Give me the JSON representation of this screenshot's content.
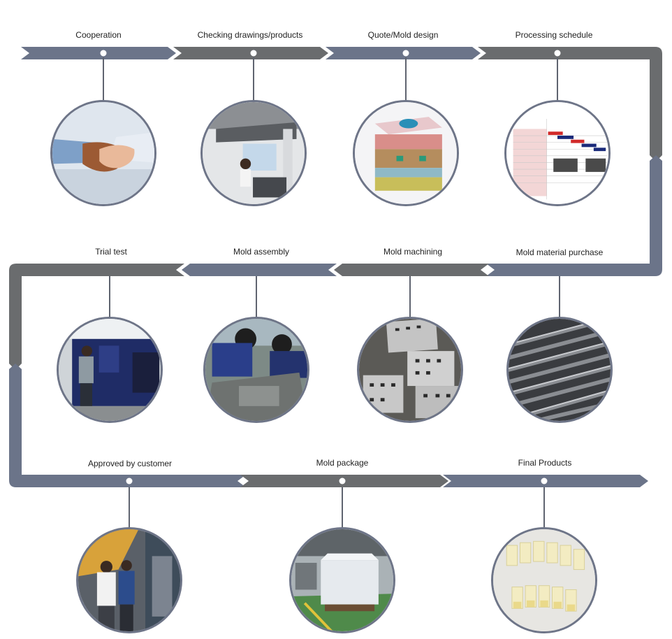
{
  "colors": {
    "slate": "#6b7489",
    "gray": "#6a6c6e",
    "stem": "#5f6470",
    "ring": "#6e7588"
  },
  "steps": [
    {
      "label": "Cooperation",
      "icon": "handshake-photo"
    },
    {
      "label": "Checking drawings/products",
      "icon": "inspection-photo"
    },
    {
      "label": "Quote/Mold design",
      "icon": "mold-design-photo"
    },
    {
      "label": "Processing schedule",
      "icon": "schedule-chart-photo"
    },
    {
      "label": "Mold material purchase",
      "icon": "steel-bars-photo"
    },
    {
      "label": "Mold machining",
      "icon": "machined-plates-photo"
    },
    {
      "label": "Mold assembly",
      "icon": "assembly-workers-photo"
    },
    {
      "label": "Trial test",
      "icon": "injection-machine-photo"
    },
    {
      "label": "Approved by customer",
      "icon": "customer-visit-photo"
    },
    {
      "label": "Mold package",
      "icon": "packaged-mold-photo"
    },
    {
      "label": "Final Products",
      "icon": "plastic-parts-photo"
    }
  ]
}
